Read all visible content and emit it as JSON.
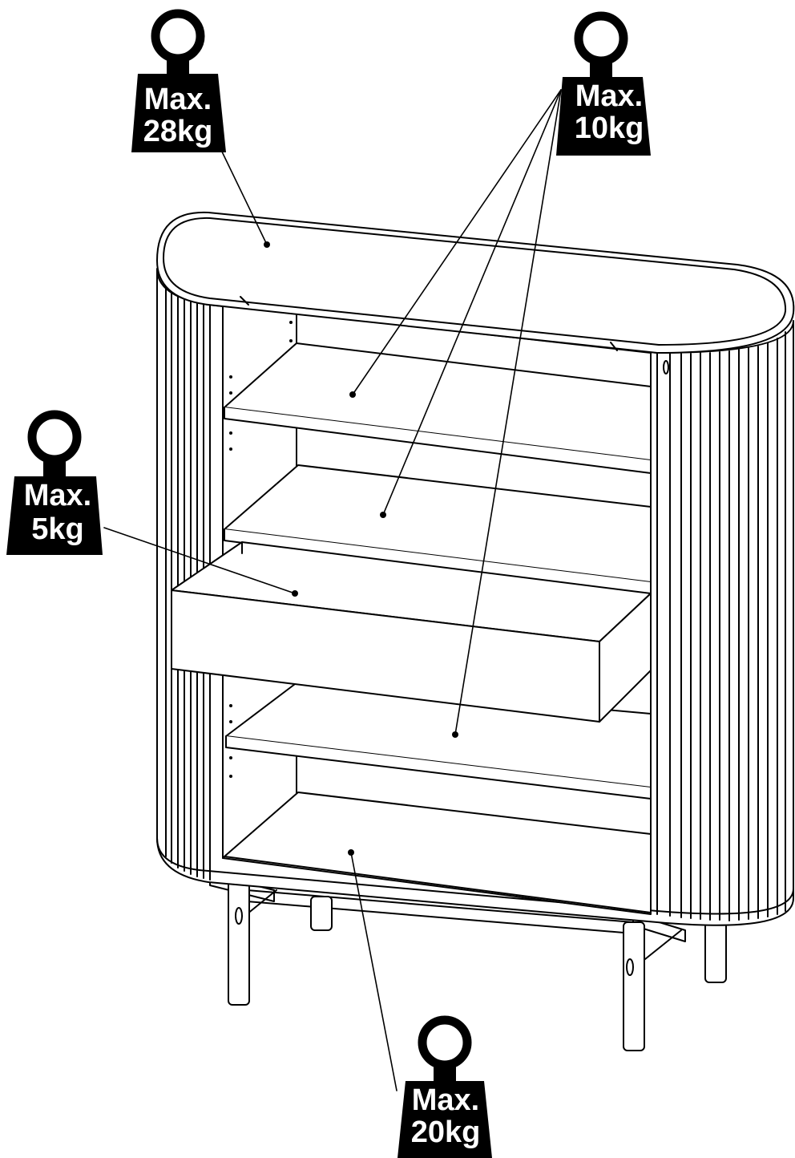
{
  "weights": {
    "top": {
      "line1": "Max.",
      "line2": "28kg"
    },
    "shelves": {
      "line1": "Max.",
      "line2": "10kg"
    },
    "drawer": {
      "line1": "Max.",
      "line2": "5kg"
    },
    "bottom": {
      "line1": "Max.",
      "line2": "20kg"
    }
  },
  "colors": {
    "ink": "#000000",
    "paper": "#ffffff"
  }
}
